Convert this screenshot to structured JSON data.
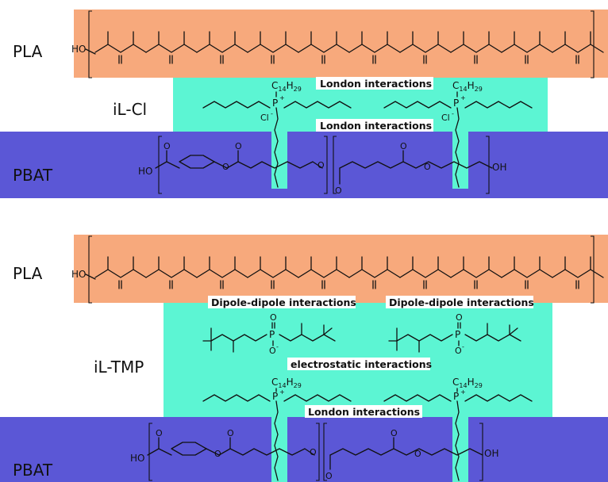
{
  "colors": {
    "pla": "#f7a97c",
    "pbat": "#5b57d6",
    "ionic": "#5cf5d3",
    "label_box": "#ffffff"
  },
  "top_panel": {
    "pla_label": "PLA",
    "il_label": "iL-Cl",
    "pbat_label": "PBAT",
    "interaction_upper": "London interactions",
    "interaction_lower": "London interactions",
    "cation_substituent": "C14H29",
    "counter_anion": "Cl-"
  },
  "bottom_panel": {
    "pla_label": "PLA",
    "il_label": "iL-TMP",
    "pbat_label": "PBAT",
    "interaction_left": "Dipole-dipole interactions",
    "interaction_right": "Dipole-dipole interactions",
    "interaction_middle": "electrostatic interactions",
    "interaction_lower": "London interactions",
    "cation_substituent": "C14H29"
  },
  "atoms": {
    "pla_end": "HO",
    "oxygen": "O",
    "phosphorus": "P",
    "plus": "+",
    "minus": "-",
    "pbat_end_left": "HO",
    "pbat_end_right": "OH"
  }
}
